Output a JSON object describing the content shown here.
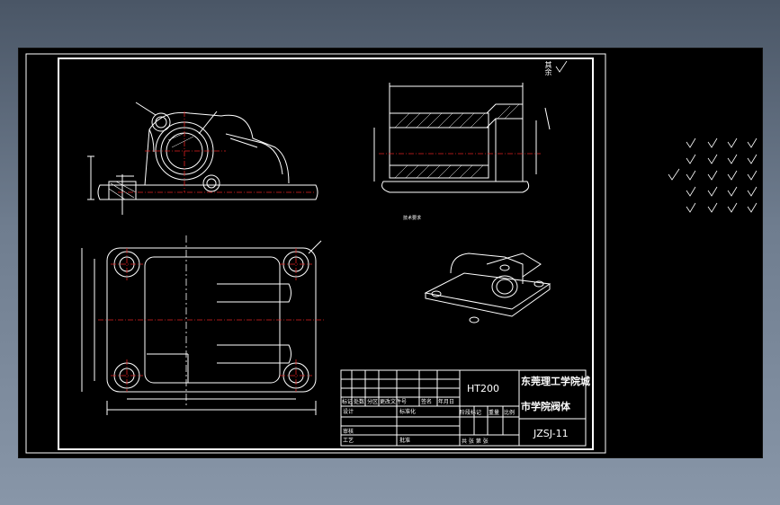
{
  "title_block": {
    "material": "HT200",
    "school": "东莞理工学院城",
    "school2": "市学院",
    "part_name": "阀体",
    "drawing_no": "JZSJ-11",
    "row_labels": [
      "标记",
      "处数",
      "分区",
      "更改文件号",
      "签名",
      "年月日"
    ],
    "design_label": "设计",
    "standard_label": "标准化",
    "review_label": "审核",
    "process_label": "工艺",
    "approve_label": "批准",
    "stage_labels": [
      "阶段标记",
      "重量",
      "比例"
    ],
    "sheet_label": "共  张  第  张"
  },
  "notes": {
    "tech_req": "技术要求",
    "other": "其余"
  }
}
